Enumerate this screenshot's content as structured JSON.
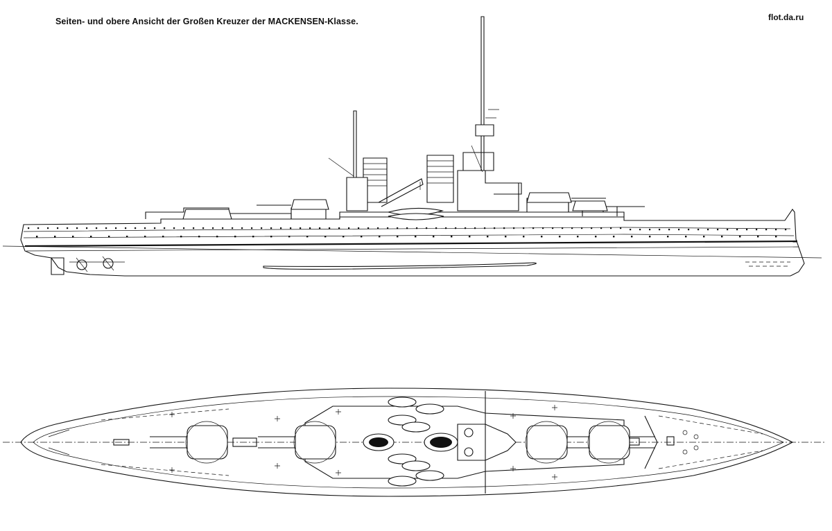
{
  "caption": "Seiten- und obere Ansicht der Großen Kreuzer der MACKENSEN-Klasse.",
  "watermark": "flot.da.ru",
  "views": [
    {
      "name": "side-view"
    },
    {
      "name": "top-view"
    }
  ]
}
